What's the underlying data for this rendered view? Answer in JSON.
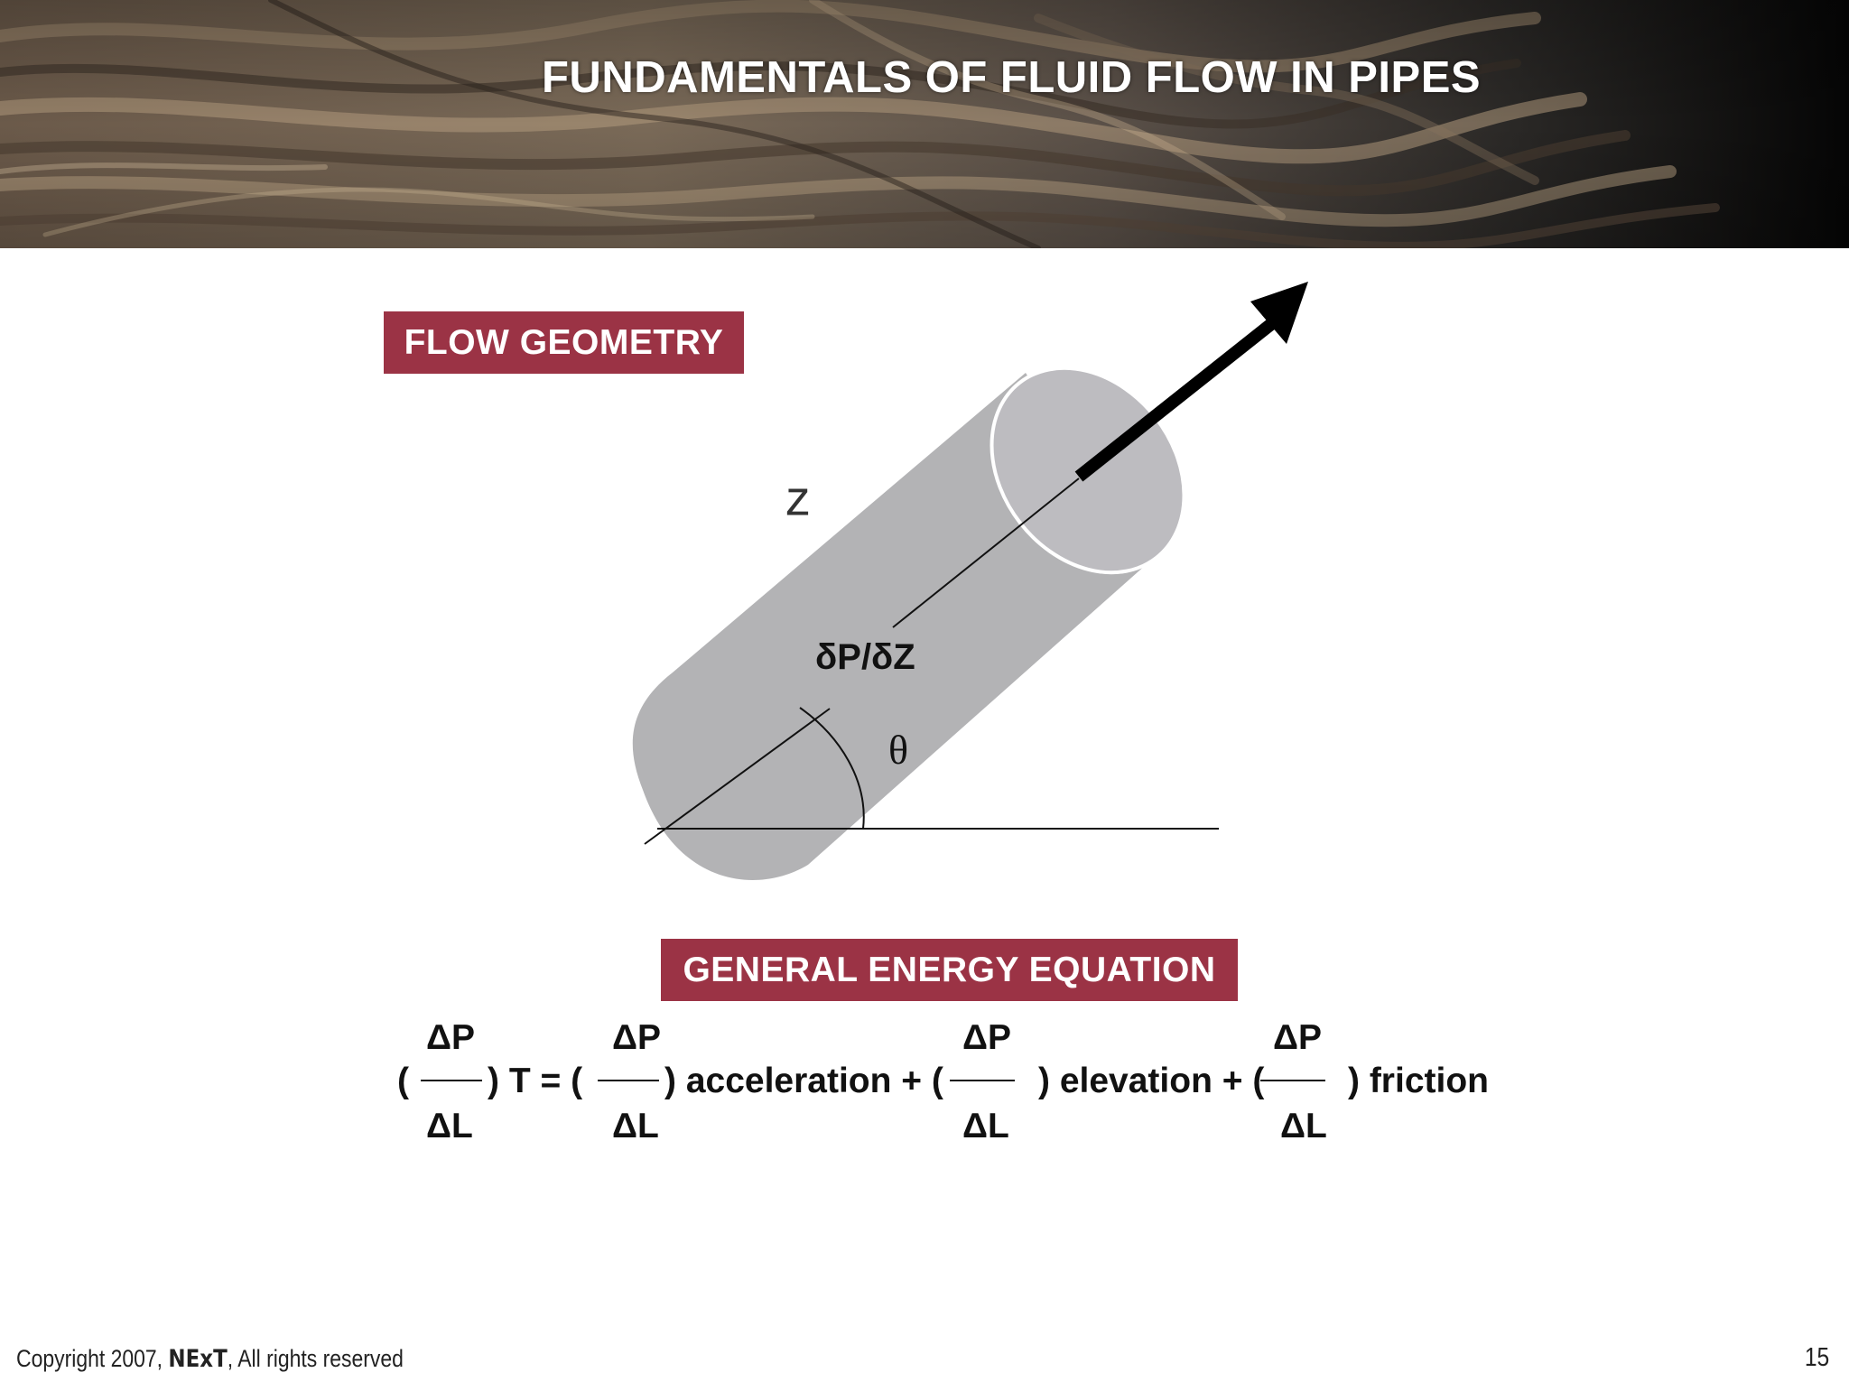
{
  "header": {
    "title": "FUNDAMENTALS OF FLUID FLOW IN PIPES"
  },
  "sections": {
    "flow_geometry_label": "FLOW GEOMETRY",
    "energy_equation_label": "GENERAL ENERGY EQUATION"
  },
  "diagram": {
    "axis_label": "Z",
    "gradient_label": "δP/δZ",
    "angle_label": "θ",
    "colors": {
      "pipe_body": "#b3b3b5",
      "pipe_end": "#bdbcc0",
      "arrow": "#000000"
    }
  },
  "equation": {
    "numerator": "ΔP",
    "denominator": "ΔL",
    "term_total": ") T = (",
    "term_acceleration": ") acceleration + (",
    "term_elevation": ") elevation + (",
    "term_friction": ") friction",
    "open_paren": "("
  },
  "footer": {
    "copyright_prefix": "Copyright 2007, ",
    "brand": "NExT",
    "copyright_suffix": ", All rights reserved",
    "page_number": "15"
  },
  "colors": {
    "label_box": "#9b3345",
    "title_text": "#ffffff"
  }
}
